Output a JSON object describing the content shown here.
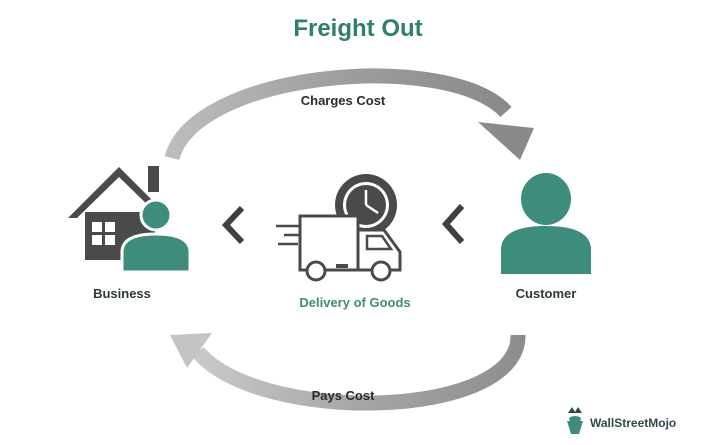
{
  "title": "Freight Out",
  "flows": {
    "top_label": "Charges Cost",
    "bottom_label": "Pays Cost"
  },
  "nodes": {
    "business": "Business",
    "delivery": "Delivery of Goods",
    "customer": "Customer"
  },
  "brand": {
    "name": "WallStreetMojo",
    "icon": "wallstreetmojo-logo-icon"
  },
  "colors": {
    "accent_teal": "#3d8c7c",
    "title_teal": "#2f7f6e",
    "dark_gray": "#4a4a4a",
    "arrow_gray": "#a9a9a9"
  }
}
